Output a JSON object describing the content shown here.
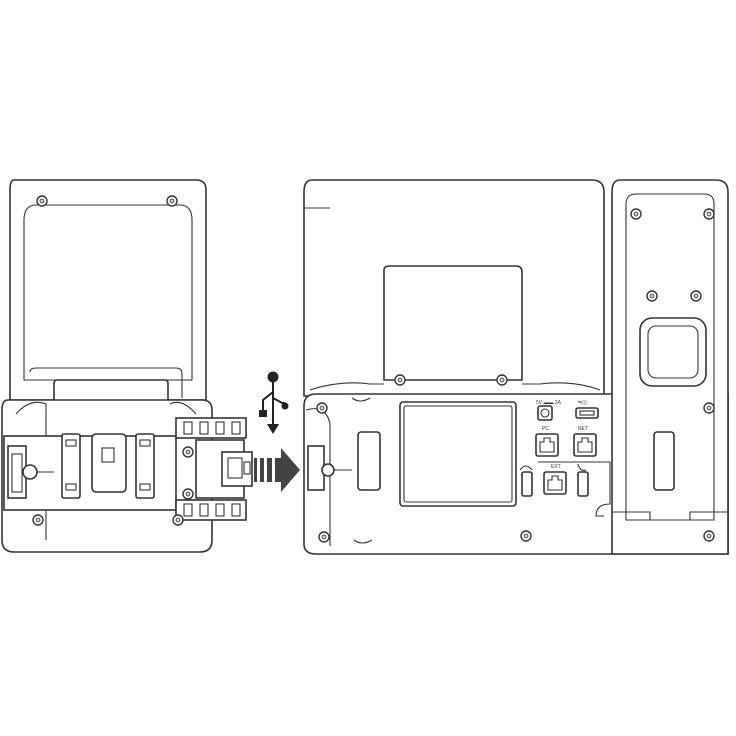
{
  "diagram": {
    "ports": {
      "dc_label": "5V ▬▬ 2A",
      "usb_label": "⇋◫",
      "pc_label": "PC",
      "net_label": "NET",
      "ext_label": "EXT"
    },
    "colors": {
      "line": "#333333",
      "arrow": "#444444",
      "background": "#ffffff"
    },
    "icons": [
      "usb-icon",
      "arrow-right-icon",
      "screw-icon",
      "ethernet-port-icon",
      "handset-icon",
      "headset-icon"
    ]
  }
}
